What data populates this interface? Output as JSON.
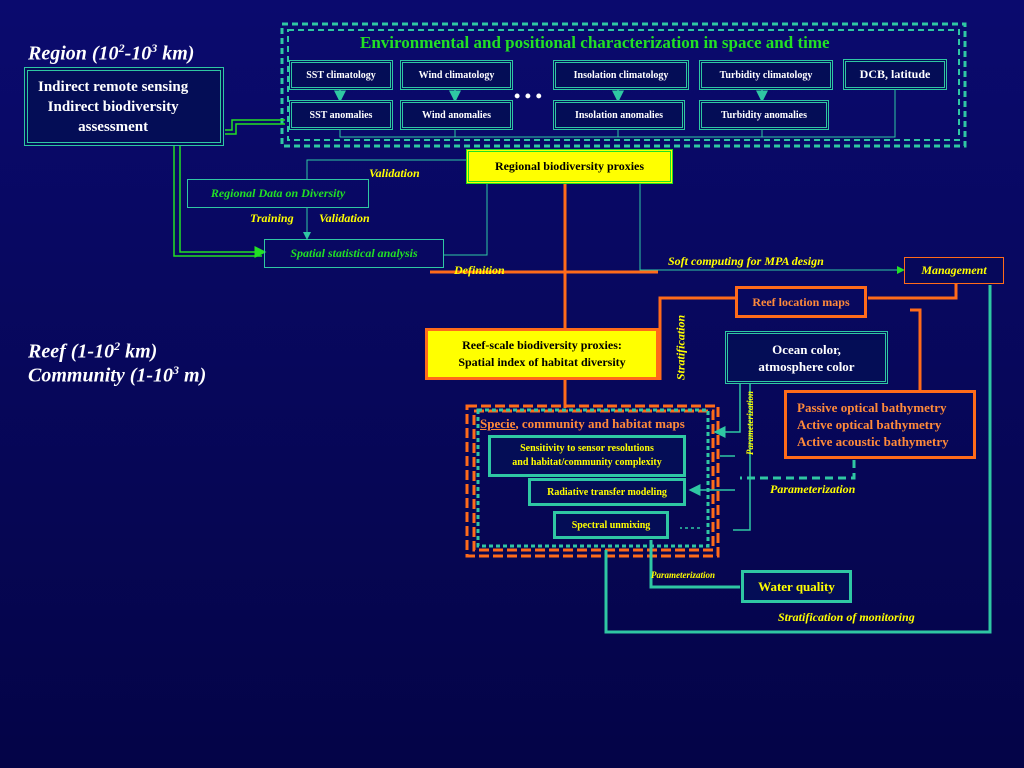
{
  "scales": {
    "region": {
      "prefix": "Region (10",
      "sup1": "2",
      "mid": "-10",
      "sup2": "3",
      "suffix": " km)"
    },
    "reef": {
      "prefix": "Reef (1-10",
      "sup1": "2",
      "suffix": " km)"
    },
    "community": {
      "prefix": "Community (1-10",
      "sup1": "3",
      "suffix": " m)"
    }
  },
  "indirect_box": {
    "lines": [
      "Indirect remote sensing",
      "Indirect biodiversity",
      "assessment"
    ]
  },
  "env": {
    "title": "Environmental and positional characterization in space and time",
    "climatology": [
      "SST climatology",
      "Wind climatology",
      "Insolation climatology",
      "Turbidity climatology",
      "DCB, latitude"
    ],
    "anomalies": [
      "SST anomalies",
      "Wind anomalies",
      "Insolation anomalies",
      "Turbidity anomalies"
    ],
    "ellipsis": "• • •"
  },
  "nodes": {
    "regional_proxies": "Regional biodiversity proxies",
    "regional_data": "Regional Data on Diversity",
    "spatial_analysis": "Spatial statistical analysis",
    "management": "Management",
    "reef_location": "Reef location maps",
    "reef_proxies": [
      "Reef-scale biodiversity proxies:",
      "Spatial index of habitat diversity"
    ],
    "ocean_color": [
      "Ocean color,",
      "atmosphere color"
    ],
    "bathymetry": [
      "Passive optical bathymetry",
      "Active optical bathymetry",
      "Active acoustic bathymetry"
    ],
    "habitat_maps_specie": "Specie",
    "habitat_maps_rest": ", community and habitat maps",
    "sensitivity": [
      "Sensitivity to sensor resolutions",
      "and habitat/community complexity"
    ],
    "radiative": "Radiative transfer modeling",
    "unmixing": "Spectral unmixing",
    "water_quality": "Water quality"
  },
  "labels": {
    "validation_top": "Validation",
    "training": "Training",
    "validation_mid": "Validation",
    "definition": "Definition",
    "soft_computing": "Soft computing for MPA design",
    "stratification": "Stratification",
    "parameterization_vertical": "Parameterization",
    "parameterization_right": "Parameterization",
    "parameterization_low": "Parameterization",
    "stratification_monitoring": "Stratification of monitoring"
  },
  "colors": {
    "background": "#07075c",
    "teal": "#2fc7a3",
    "green": "#22e024",
    "orange": "#ff6b1a",
    "yellow": "#ffff00"
  }
}
